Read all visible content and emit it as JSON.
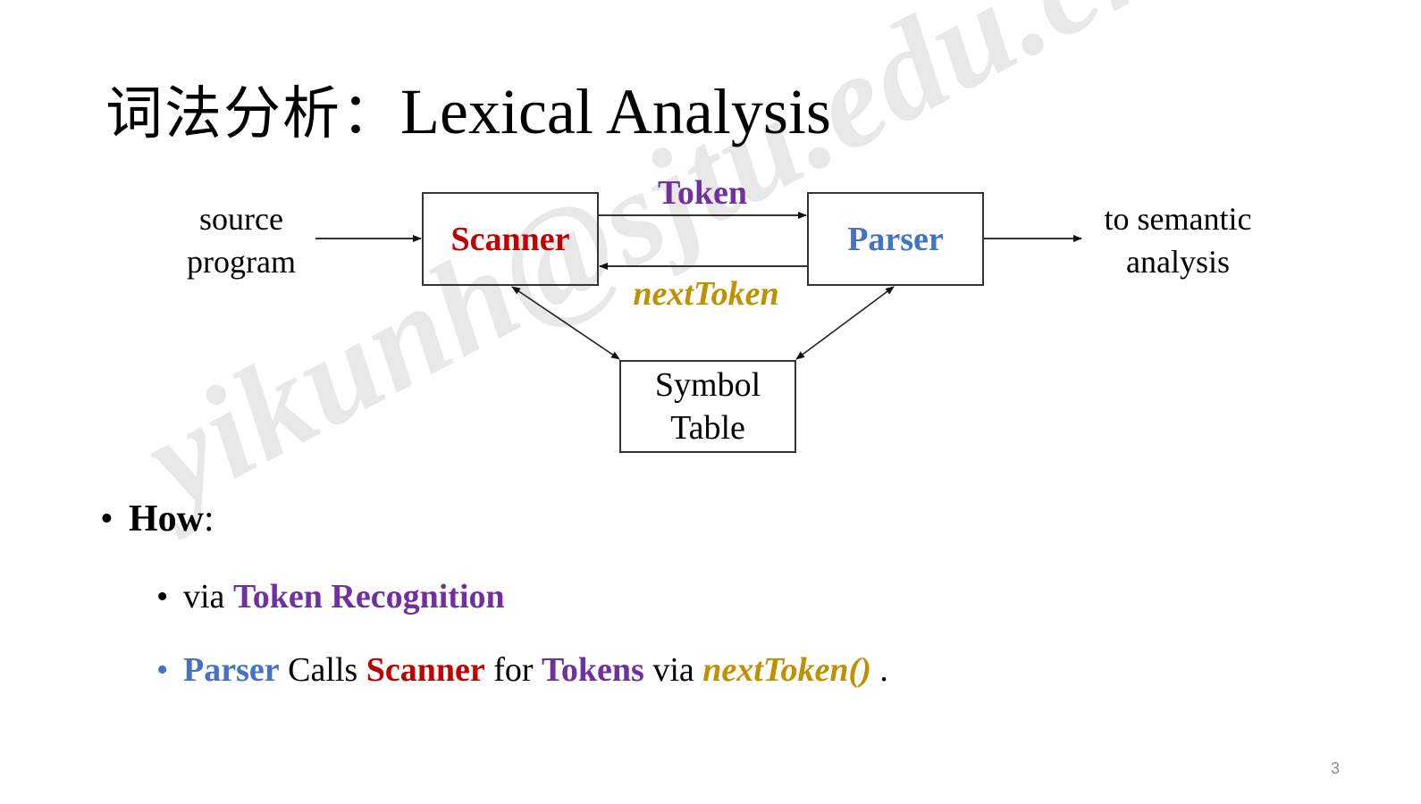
{
  "slide": {
    "title": {
      "chinese": "词法分析：",
      "english": "Lexical Analysis"
    },
    "watermark": "yikunh@sjtu.edu.cn",
    "page_number": "3"
  },
  "colors": {
    "scanner": "#c00000",
    "parser": "#4472c4",
    "token": "#7030a0",
    "next_token": "#bf9000",
    "text": "#000000",
    "line": "#333333",
    "watermark": "#e8e8e8",
    "page_number": "#8c8c8c"
  },
  "diagram": {
    "source_label": [
      "source",
      "program"
    ],
    "target_label": [
      "to semantic",
      "analysis"
    ],
    "nodes": {
      "scanner": "Scanner",
      "parser": "Parser",
      "symbol_table": [
        "Symbol",
        "Table"
      ]
    },
    "edges": {
      "token": "Token",
      "next_token": "nextToken"
    }
  },
  "bullets": {
    "how": {
      "bullet": "•",
      "label": "How",
      "suffix": ":"
    },
    "via": {
      "bullet": "•",
      "prefix": "via ",
      "highlight": "Token Recognition"
    },
    "calls": {
      "bullet": "•",
      "parser": "Parser",
      "calls": " Calls ",
      "scanner": "Scanner",
      "for": " for ",
      "tokens": "Tokens",
      "via": " via ",
      "next_token": "nextToken()",
      "end": " ."
    }
  }
}
